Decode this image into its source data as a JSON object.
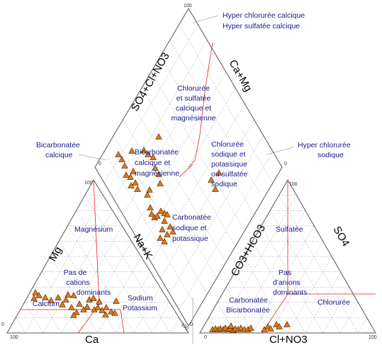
{
  "colors": {
    "zone_text": "#1a1a8c",
    "point_fill": "#e07a1a",
    "point_stroke": "#5a2a00",
    "boundary": "#e8231f"
  },
  "axes": {
    "diamond_left": "SO4+Cl+NO3",
    "diamond_right": "Ca+Mg",
    "cation_left": "Mg",
    "cation_right": "Na+K",
    "cation_bottom": "Ca",
    "anion_left": "CO3+HCO3",
    "anion_right": "SO4",
    "anion_bottom": "Cl+NO3"
  },
  "ticks": {
    "hundred": "100",
    "zero": "0"
  },
  "zones": {
    "hyper_chloruree_calcique": [
      "Hyper chlorurée calcique",
      "Hyper sulfatée calcique"
    ],
    "bicarbonatee_calcique": [
      "Bicarbonatée",
      "calcique"
    ],
    "hyper_chloruree_sodique": [
      "Hyper chlorurée",
      "sodique"
    ],
    "chloruree_sulfatee": [
      "Chlorurée",
      "et sulfatée",
      "calcique et",
      "magnésienne"
    ],
    "bicarbonatee_calc_mag": [
      "Bicarbonatée",
      "calcique et",
      "magnésienne"
    ],
    "chloruree_sodique": [
      "Chlorurée",
      "sodique et",
      "potassique",
      "ou sulfatée",
      "sodique"
    ],
    "carbonatee_sodique": [
      "Carbonatée",
      "sodique et",
      "potassique"
    ],
    "magnesium": "Magnésium",
    "pas_cations": [
      "Pas de",
      "cations",
      "dominants"
    ],
    "calcium": "Calcium",
    "sodium_potassium": [
      "Sodium",
      "Potassium"
    ],
    "sulfatee": "Sulfatée",
    "pas_anions": [
      "Pas",
      "d'anions",
      "dominants"
    ],
    "chloruree": "Chlorurée",
    "carbonatee_bicarbonatee": [
      "Carbonatée",
      "Bicarbonatée"
    ]
  },
  "samples": {
    "cation_triangle": [
      [
        50,
        413
      ],
      [
        55,
        417
      ],
      [
        48,
        421
      ],
      [
        64,
        420
      ],
      [
        72,
        424
      ],
      [
        82,
        420
      ],
      [
        88,
        430
      ],
      [
        93,
        423
      ],
      [
        96,
        416
      ],
      [
        104,
        417
      ],
      [
        101,
        434
      ],
      [
        108,
        441
      ],
      [
        112,
        429
      ],
      [
        118,
        437
      ],
      [
        123,
        433
      ],
      [
        126,
        423
      ],
      [
        133,
        437
      ],
      [
        138,
        434
      ],
      [
        144,
        438
      ],
      [
        149,
        444
      ],
      [
        150,
        434
      ],
      [
        157,
        440
      ],
      [
        164,
        425
      ],
      [
        162,
        442
      ],
      [
        140,
        426
      ],
      [
        132,
        421
      ],
      [
        104,
        445
      ]
    ],
    "diamond": [
      [
        224,
        193
      ],
      [
        167,
        218
      ],
      [
        172,
        225
      ],
      [
        176,
        234
      ],
      [
        178,
        247
      ],
      [
        184,
        250
      ],
      [
        188,
        242
      ],
      [
        186,
        213
      ],
      [
        203,
        212
      ],
      [
        209,
        218
      ],
      [
        216,
        222
      ],
      [
        219,
        237
      ],
      [
        224,
        246
      ],
      [
        226,
        259
      ],
      [
        211,
        268
      ],
      [
        208,
        275
      ],
      [
        212,
        293
      ],
      [
        214,
        302
      ],
      [
        218,
        307
      ],
      [
        222,
        305
      ],
      [
        227,
        298
      ],
      [
        232,
        301
      ],
      [
        236,
        303
      ],
      [
        232,
        312
      ],
      [
        240,
        320
      ],
      [
        244,
        327
      ],
      [
        236,
        331
      ],
      [
        229,
        324
      ],
      [
        226,
        336
      ],
      [
        232,
        341
      ],
      [
        194,
        267
      ],
      [
        191,
        258
      ],
      [
        185,
        262
      ],
      [
        298,
        254
      ],
      [
        309,
        244
      ],
      [
        304,
        267
      ]
    ],
    "anion_triangle": [
      [
        300,
        465
      ],
      [
        304,
        464
      ],
      [
        308,
        465
      ],
      [
        311,
        464
      ],
      [
        315,
        465
      ],
      [
        318,
        463
      ],
      [
        322,
        465
      ],
      [
        325,
        464
      ],
      [
        329,
        466
      ],
      [
        332,
        464
      ],
      [
        336,
        465
      ],
      [
        340,
        463
      ],
      [
        345,
        465
      ],
      [
        350,
        465
      ],
      [
        354,
        463
      ],
      [
        326,
        460
      ],
      [
        373,
        465
      ],
      [
        378,
        461
      ],
      [
        382,
        464
      ],
      [
        390,
        458
      ],
      [
        394,
        461
      ],
      [
        405,
        458
      ]
    ]
  }
}
